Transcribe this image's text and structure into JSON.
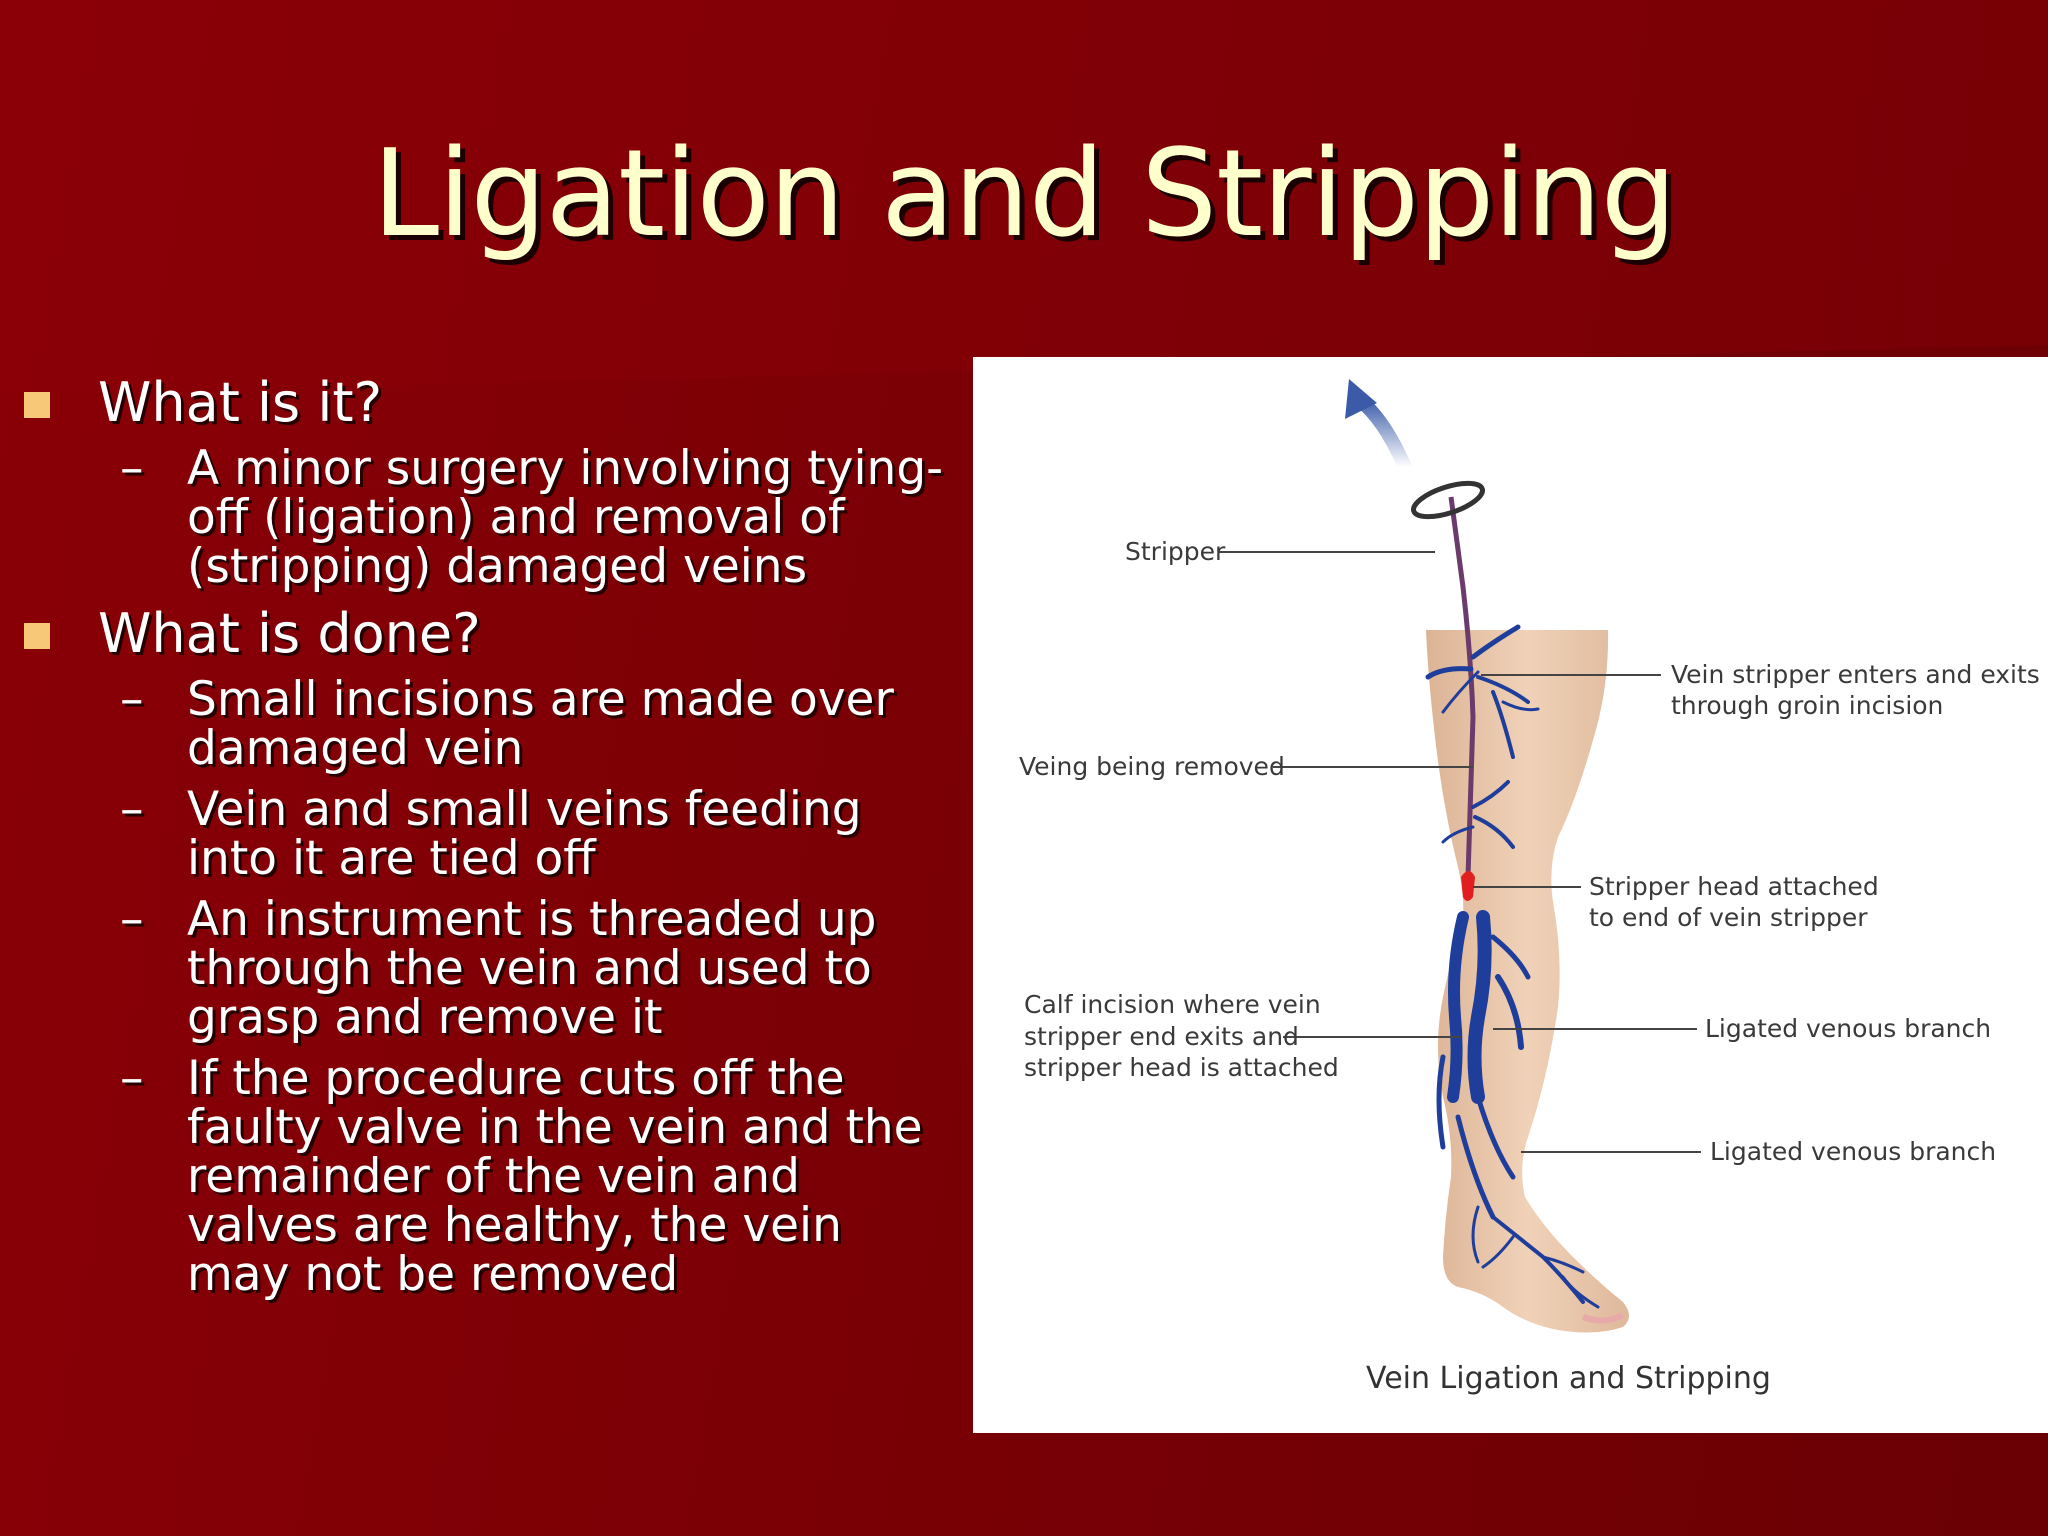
{
  "slide": {
    "title": "Ligation and Stripping",
    "colors": {
      "background": "#7a0005",
      "title": "#ffffcc",
      "bullet": "#f7c878",
      "text": "#ffffff"
    },
    "bullets": [
      {
        "heading": "What is it?",
        "subitems": [
          "A minor surgery involving tying-off (ligation) and removal of (stripping) damaged veins"
        ]
      },
      {
        "heading": "What is done?",
        "subitems": [
          "Small incisions are made over damaged vein",
          "Vein and small veins feeding into it are tied off",
          "An instrument is threaded up through the vein and used to grasp and remove it",
          "If the procedure cuts off the faulty valve in the vein and the remainder of the vein and valves are healthy, the vein may not be removed"
        ]
      }
    ]
  },
  "figure": {
    "caption": "Vein Ligation and Stripping",
    "labels": {
      "stripper": "Stripper",
      "vein_removed": "Veing being removed",
      "groin_line1": "Vein stripper enters and exits",
      "groin_line2": "through groin incision",
      "head_line1": "Stripper head attached",
      "head_line2": "to end of vein stripper",
      "calf_line1": "Calf incision where vein",
      "calf_line2": "stripper end exits and",
      "calf_line3": "stripper head is attached",
      "branch1": "Ligated venous branch",
      "branch2": "Ligated venous branch"
    },
    "colors": {
      "skin": "#ecc9ad",
      "vein": "#1f3d9a",
      "arrow": "#3b5ba8",
      "stripper_head": "#e02020",
      "leader": "#444444"
    }
  }
}
